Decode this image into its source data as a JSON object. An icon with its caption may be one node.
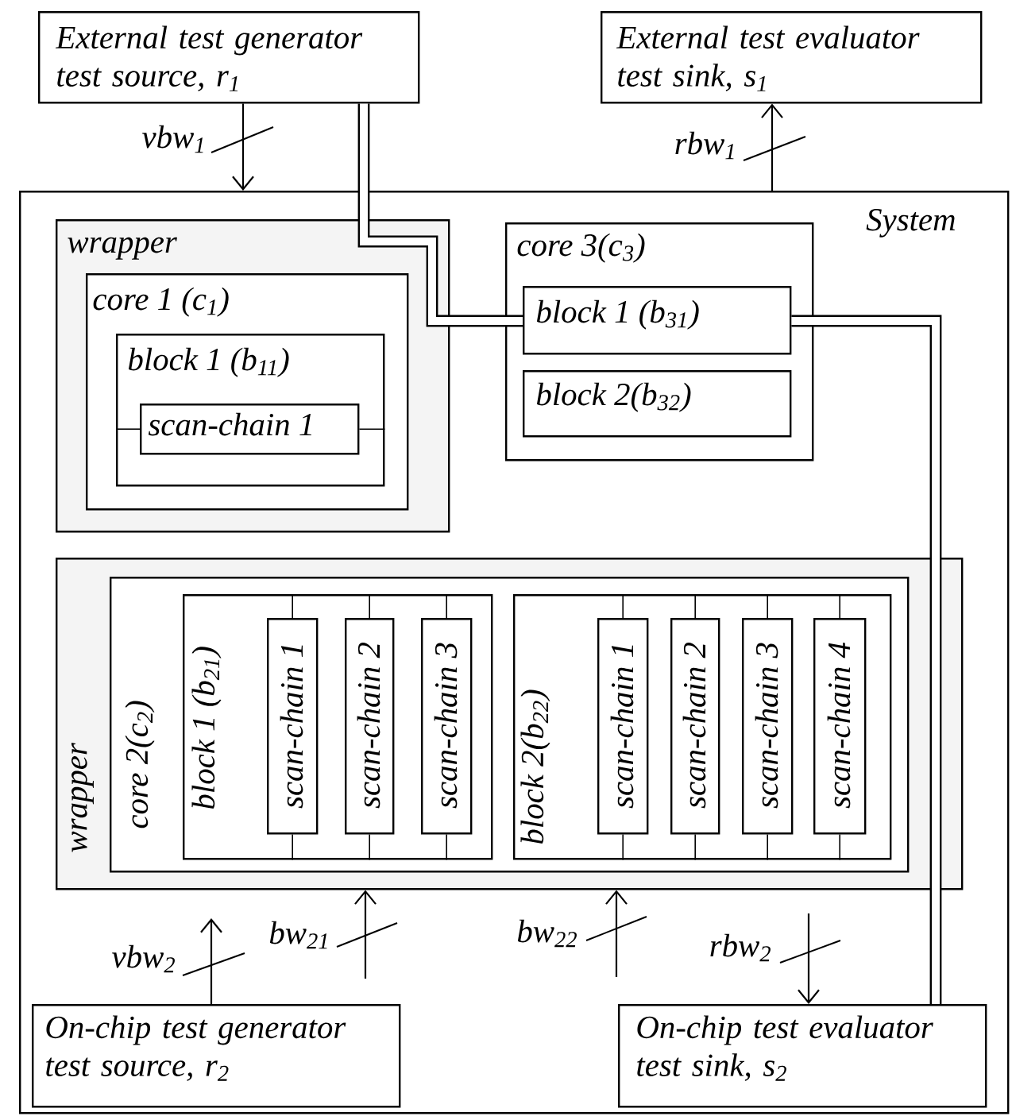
{
  "diagram": {
    "nodes": [
      {
        "text": [
          "External test generator test source, r$_{1}$"
        ]
      },
      {
        "text": [
          "External test evaluator test sink, s$_{1}$"
        ]
      },
      {
        "text": [
          "System"
        ]
      },
      {
        "text": [
          "wrapper"
        ],
        "in": 2
      },
      {
        "text": [
          "core 1 (c$_{1}$)"
        ],
        "in": 3
      },
      {
        "text": [
          "block 1 (b$_{11}$)"
        ],
        "in": 4
      },
      {
        "text": [
          "scan-chain 1"
        ],
        "in": 5
      },
      {
        "text": [
          "core 3(c$_{3}$)"
        ],
        "in": 2
      },
      {
        "text": [
          "block 1 (b$_{31}$)"
        ],
        "in": 7
      },
      {
        "text": [
          "block 2(b$_{32}$)"
        ],
        "in": 7
      },
      {
        "text": [
          "wrapper"
        ],
        "in": 2
      },
      {
        "text": [
          "core 2(c$_{2}$)"
        ],
        "in": 10
      },
      {
        "text": [
          "block 1 (b$_{21}$)"
        ],
        "in": 11
      },
      {
        "text": [
          "scan-chain 1"
        ],
        "in": 12
      },
      {
        "text": [
          "scan-chain 2"
        ],
        "in": 12
      },
      {
        "text": [
          "scan-chain 3"
        ],
        "in": 12
      },
      {
        "text": [
          "block 2(b$_{22}$)"
        ],
        "in": 11
      },
      {
        "text": [
          "scan-chain 1"
        ],
        "in": 16
      },
      {
        "text": [
          "scan-chain 2"
        ],
        "in": 16
      },
      {
        "text": [
          "scan-chain 3"
        ],
        "in": 16
      },
      {
        "text": [
          "scan-chain 4"
        ],
        "in": 16
      },
      {
        "text": [
          "On-chip test generator test source, r$_{2}$"
        ],
        "in": 2
      },
      {
        "text": [
          "On-chip test evaluator test sink, s$_{2}$"
        ],
        "in": 2
      }
    ],
    "edges": [
      {
        "from": 0,
        "to": 2,
        "arrow": "to",
        "label": "vbw$_{1}$"
      },
      {
        "from": 2,
        "to": 1,
        "arrow": "to",
        "label": "rbw$_{1}$"
      },
      {
        "from": 0,
        "to": 8,
        "arrow": "none",
        "style": "thick"
      },
      {
        "from": 8,
        "to": 22,
        "arrow": "none",
        "style": "thick"
      },
      {
        "from": 5,
        "to": 6,
        "arrow": "none"
      },
      {
        "from": 6,
        "to": 5,
        "arrow": "none"
      },
      {
        "from": 12,
        "to": 13,
        "arrow": "none"
      },
      {
        "from": 13,
        "to": 12,
        "arrow": "none"
      },
      {
        "from": 12,
        "to": 14,
        "arrow": "none"
      },
      {
        "from": 14,
        "to": 12,
        "arrow": "none"
      },
      {
        "from": 12,
        "to": 15,
        "arrow": "none"
      },
      {
        "from": 15,
        "to": 12,
        "arrow": "none"
      },
      {
        "from": 16,
        "to": 17,
        "arrow": "none"
      },
      {
        "from": 17,
        "to": 16,
        "arrow": "none"
      },
      {
        "from": 16,
        "to": 18,
        "arrow": "none"
      },
      {
        "from": 18,
        "to": 16,
        "arrow": "none"
      },
      {
        "from": 16,
        "to": 19,
        "arrow": "none"
      },
      {
        "from": 19,
        "to": 16,
        "arrow": "none"
      },
      {
        "from": 16,
        "to": 20,
        "arrow": "none"
      },
      {
        "from": 20,
        "to": 16,
        "arrow": "none"
      },
      {
        "from": 21,
        "to": null,
        "arrow": "to",
        "label": "vbw$_{2}$"
      },
      {
        "from": null,
        "to": 10,
        "arrow": "to",
        "label": "bw$_{21}$"
      },
      {
        "from": null,
        "to": 10,
        "arrow": "to",
        "label": "bw$_{22}$"
      },
      {
        "from": null,
        "to": 22,
        "arrow": "to",
        "label": "rbw$_{2}$"
      }
    ]
  }
}
